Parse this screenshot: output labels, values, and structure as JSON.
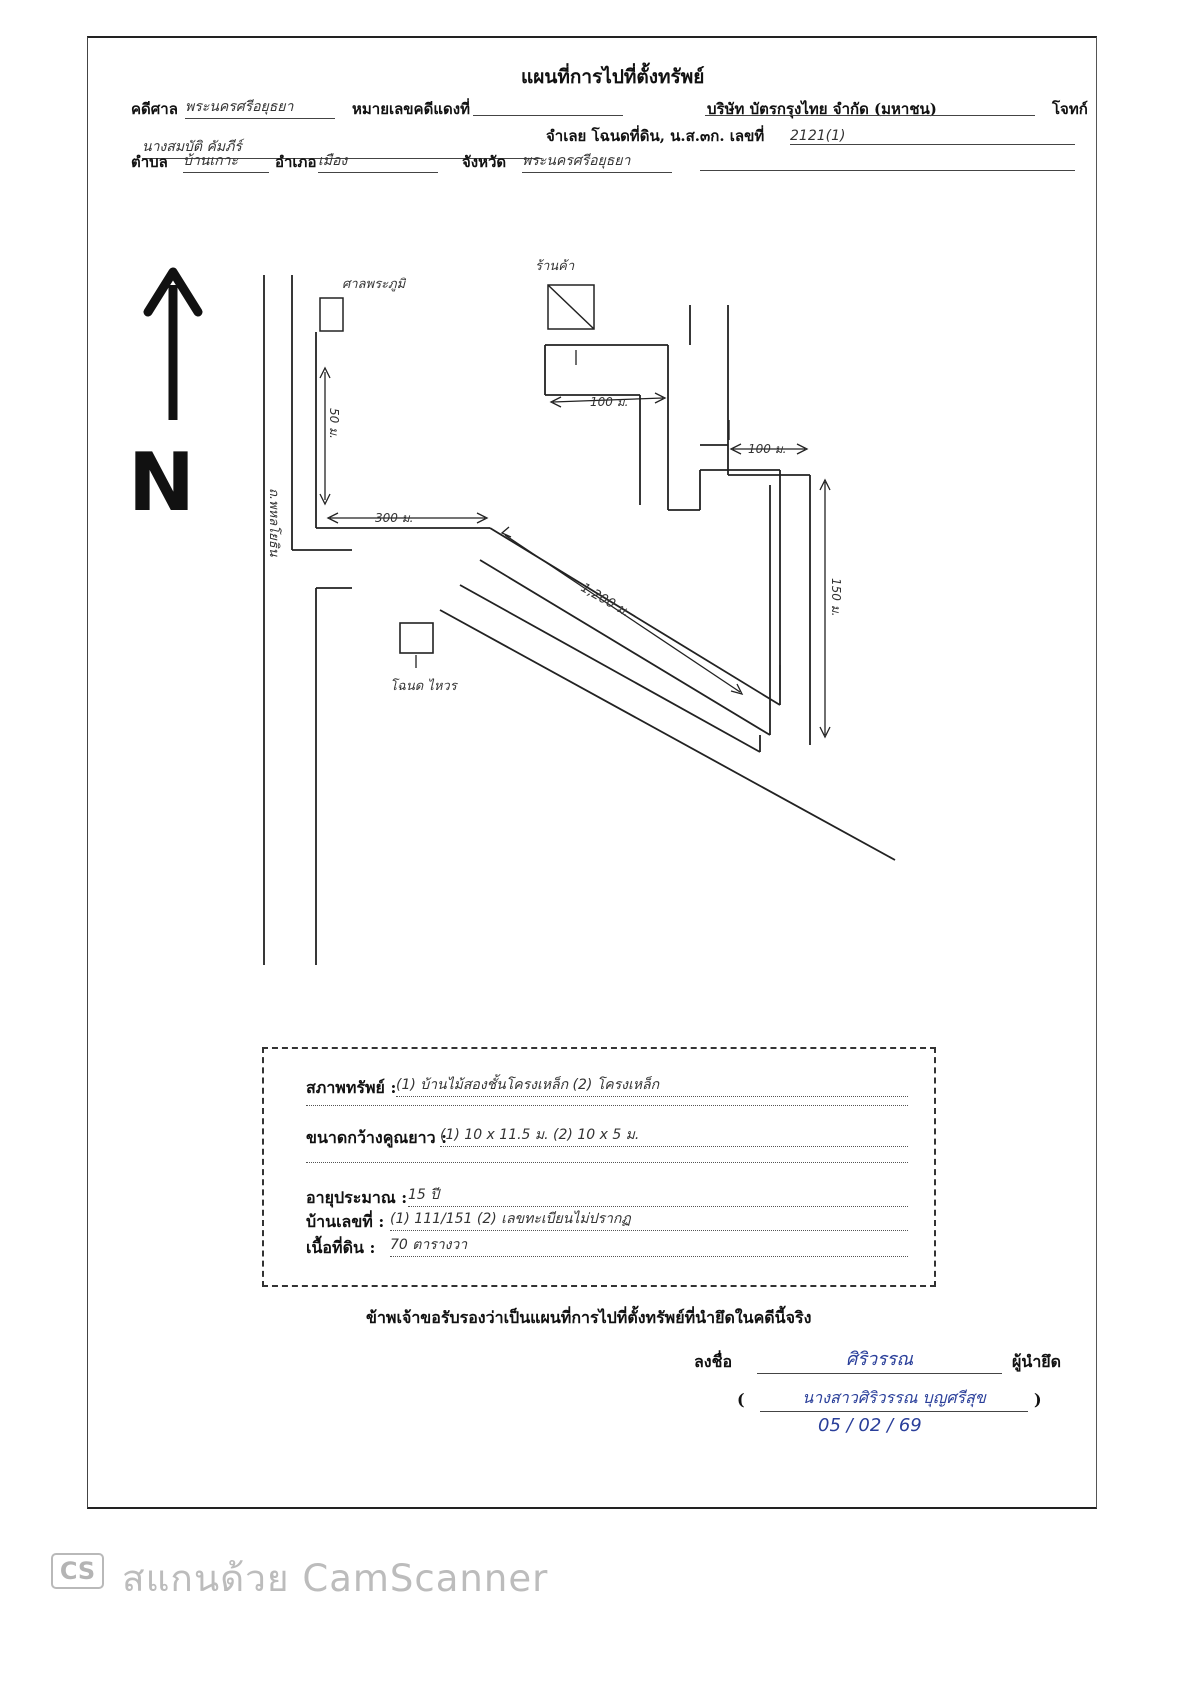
{
  "header": {
    "title": "แผนที่การไปที่ตั้งทรัพย์",
    "court_label": "คดีศาล",
    "court_value": "พระนครศรีอยุธยา",
    "black_case_label": "หมายเลขคดีแดงที่",
    "plaintiff": "บริษัท บัตรกรุงไทย จำกัด (มหาชน)",
    "plaintiff_role": "โจทก์",
    "defendant_value": "นางสมบัติ คัมภีร์",
    "defendant_role_text": "จำเลย  โฉนดที่ดิน, น.ส.๓ก. เลขที่",
    "deed_no": "2121(1)",
    "subdistrict_label": "ตำบล",
    "subdistrict_value": "บ้านเกาะ",
    "district_label": "อำเภอ",
    "district_value": "เมือง",
    "province_label": "จังหวัด",
    "province_value": "พระนครศรีอยุธยา"
  },
  "map": {
    "north_label": "N",
    "label_shrine": "ศาลพระภูมิ",
    "label_shop": "ร้านค้า",
    "label_main_road": "ถ.พหลโยธิน",
    "label_target": "โฉนด ไหวร",
    "dist_top_horizontal": "100 ม.",
    "dist_left_vertical": "50 ม.",
    "dist_middle": "300 ม.",
    "dist_right_top": "100 ม.",
    "dist_diagonal": "1,200 ม.",
    "dist_right_vertical": "150 ม."
  },
  "property": {
    "condition_label": "สภาพทรัพย์ :",
    "condition_value": "(1) บ้านไม้สองชั้นโครงเหล็ก  (2) โครงเหล็ก",
    "size_label": "ขนาดกว้างคูณยาว :",
    "size_value": "(1) 10 x 11.5 ม.   (2) 10 x 5 ม.",
    "age_label": "อายุประมาณ :",
    "age_value": "15 ปี",
    "house_no_label": "บ้านเลขที่ :",
    "house_no_value": "(1) 111/151     (2) เลขทะเบียนไม่ปรากฏ",
    "area_label": "เนื้อที่ดิน :",
    "area_value": "70 ตารางวา"
  },
  "certify": {
    "statement": "ข้าพเจ้าขอรับรองว่าเป็นแผนที่การไปที่ตั้งทรัพย์ที่นำยึดในคดีนี้จริง",
    "sign_label": "ลงชื่อ",
    "sign_role": "ผู้นำยึด",
    "signature_text": "ศิริวรรณ",
    "printed_name": "นางสาวศิริวรรณ  บุญศรีสุข",
    "date": "05 / 02 / 69"
  },
  "watermark": {
    "logo": "CS",
    "text": "สแกนด้วย CamScanner"
  }
}
